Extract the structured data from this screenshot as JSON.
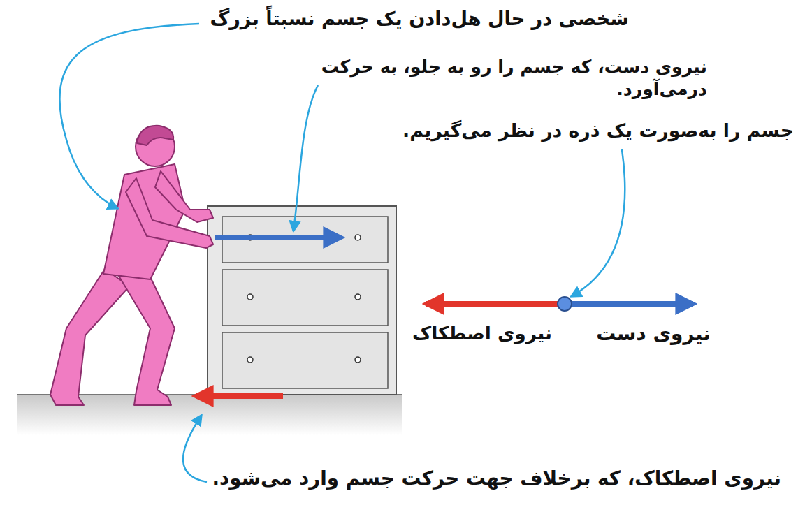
{
  "diagram": {
    "labels": [
      "شخصی در حال هل‌دادن یک جسم نسبتاً بزرگ",
      "نیروی دست، که جسم را رو به جلو، به حرکت درمی‌آورد.",
      "جسم را به‌صورت یک ذره در نظر می‌گیریم.",
      "نیروی اصطکاک",
      "نیروی دست",
      "نیروی اصطکاک، که برخلاف جهت حرکت جسم وارد می‌شود."
    ]
  }
}
